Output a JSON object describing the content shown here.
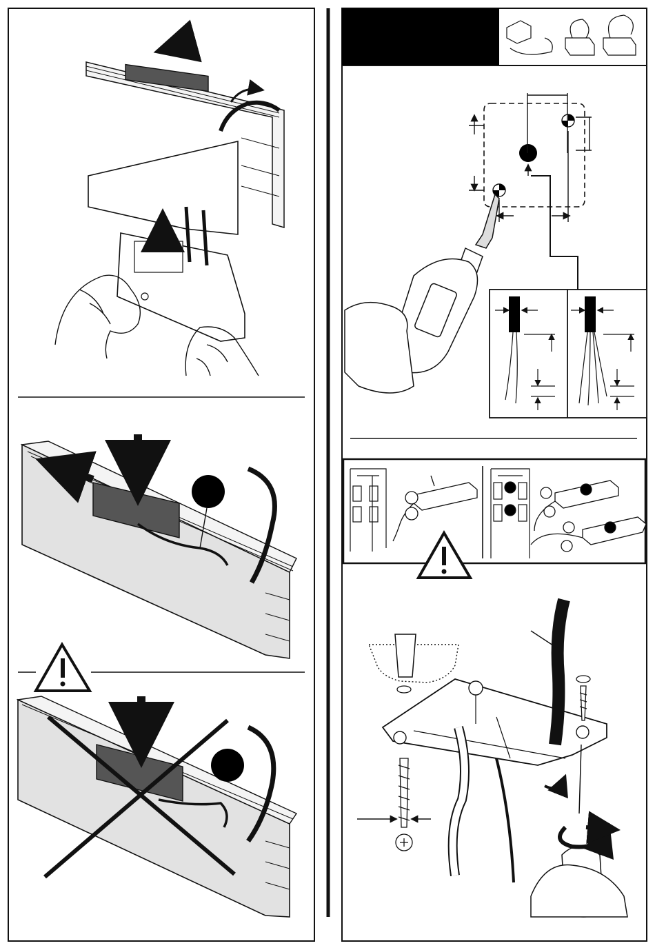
{
  "page": {
    "background": "#ffffff",
    "ink": "#111111",
    "panel_fill": "#e2e2e2",
    "header_fill": "#000000",
    "accent_fill": "#000000"
  },
  "left_column": {
    "steps": [
      {
        "id": "track-connector-insertion",
        "icons": [
          "hands-icon",
          "arrow-up-icon",
          "arrow-left-icon",
          "arrow-curved-icon"
        ]
      },
      {
        "id": "correct-wire-routing",
        "icons": [
          "arrow-down-icon",
          "arrow-left-icon",
          "callout-dot-icon"
        ]
      },
      {
        "id": "incorrect-wire-routing",
        "icons": [
          "warning-icon",
          "cross-icon",
          "arrow-down-icon",
          "callout-dot-icon"
        ]
      }
    ]
  },
  "right_column": {
    "header": {
      "fill": "#000000",
      "icons": [
        "junction-box-icon",
        "cable-icon",
        "driver-box-icon"
      ]
    },
    "steps": [
      {
        "id": "drilling-template",
        "icons": [
          "drill-icon",
          "dimension-arrow-icon",
          "wire-strip-detail-icon"
        ]
      },
      {
        "id": "driver-position-options",
        "icons": [
          "track-profile-icon",
          "driver-icon",
          "warning-icon"
        ]
      },
      {
        "id": "ceiling-mounting",
        "icons": [
          "screw-icon",
          "wall-plug-icon",
          "screwdriver-icon",
          "rotation-arrow-icon"
        ]
      }
    ]
  }
}
